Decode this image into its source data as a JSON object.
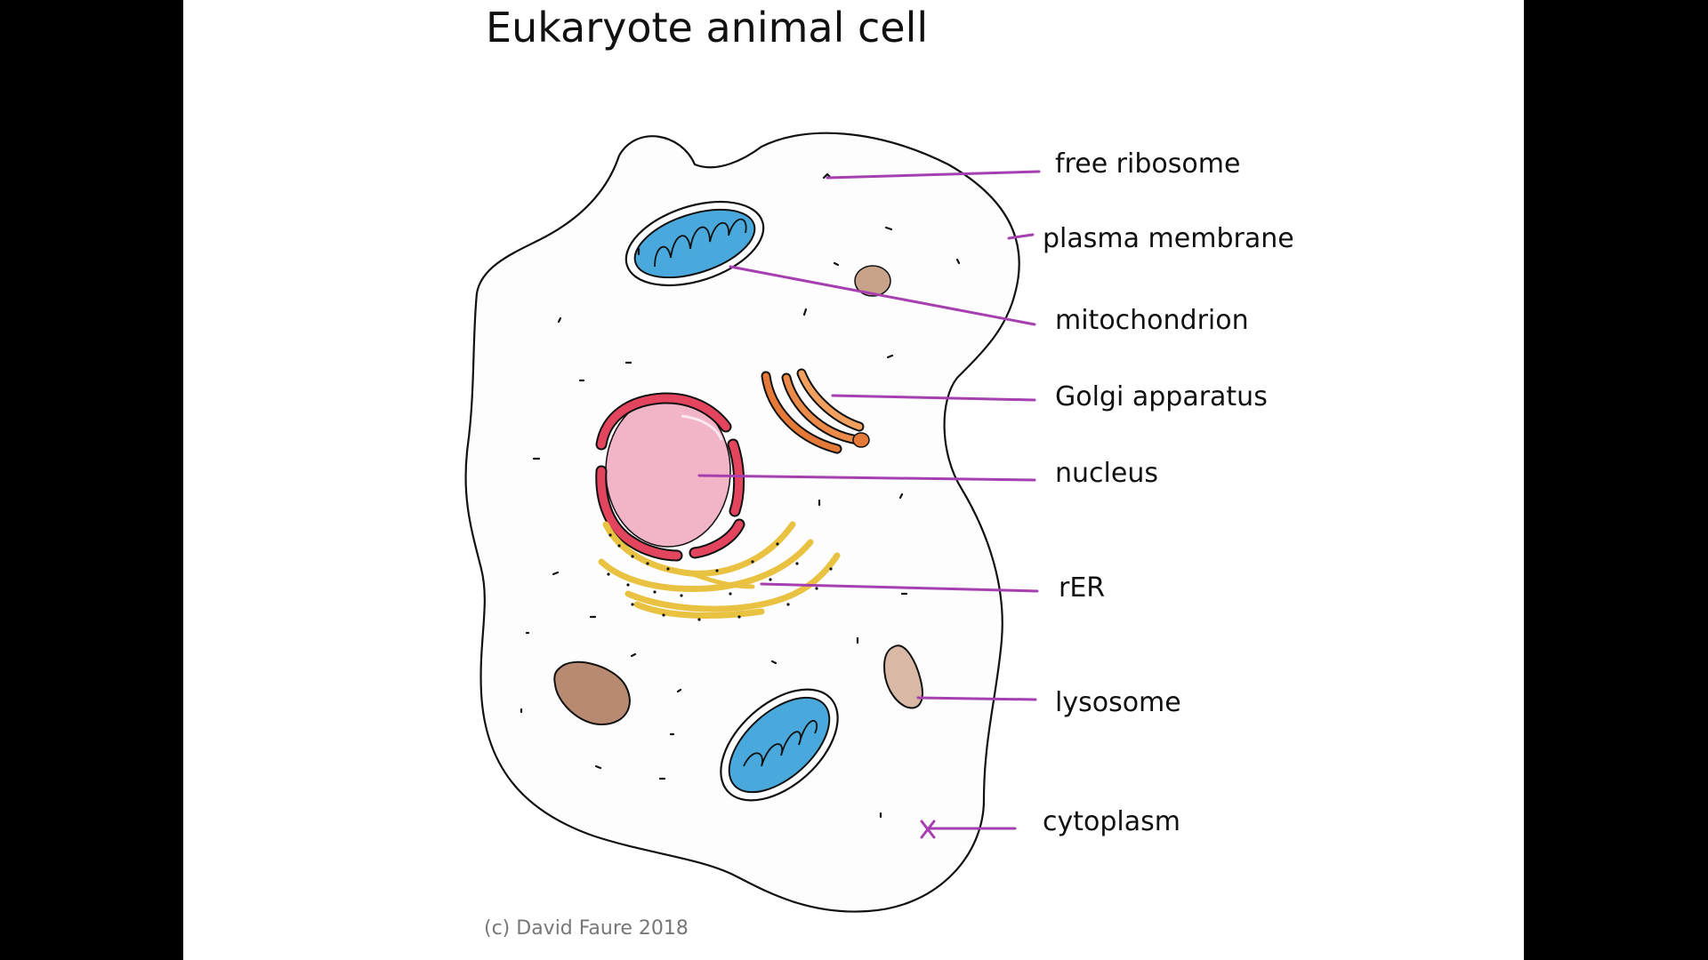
{
  "slide": {
    "title": "Eukaryote animal cell",
    "credit": "(c) David Faure 2018"
  },
  "labels": {
    "free_ribosome": "free ribosome",
    "plasma_membrane": "plasma membrane",
    "mitochondrion": "mitochondrion",
    "golgi": "Golgi apparatus",
    "nucleus": "nucleus",
    "rer": "rER",
    "lysosome": "lysosome",
    "cytoplasm": "cytoplasm"
  },
  "colors": {
    "background": "#000000",
    "slide": "#ffffff",
    "pointer": "#a640b0",
    "mito_fill": "#4aa9dc",
    "nucleus_fill": "#f2b5c8",
    "nuclear_envelope": "#e2455d",
    "golgi": "#ec8a4a",
    "rer": "#e8c240",
    "lysosome": "#b98a72"
  }
}
